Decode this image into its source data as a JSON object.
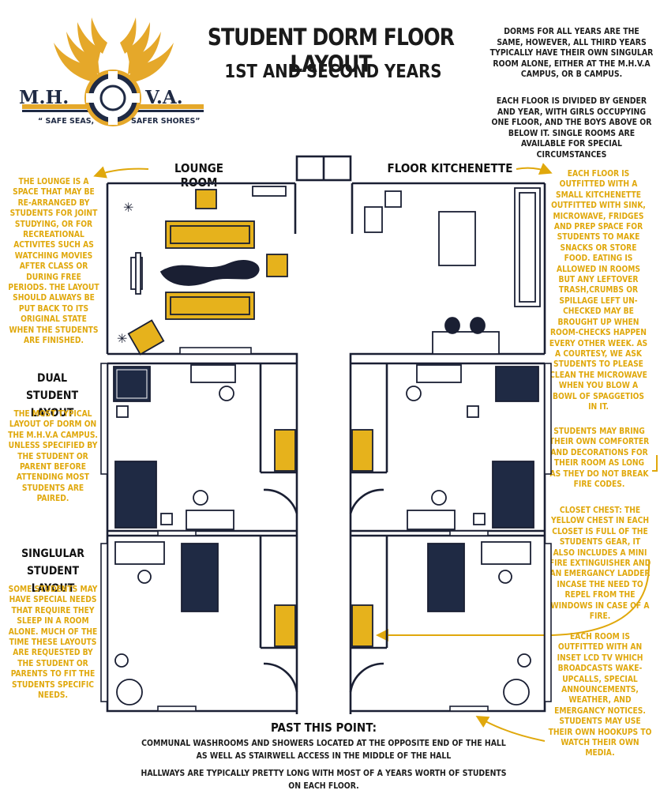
{
  "header": {
    "title": "STUDENT DORM FLOOR LAYOUT",
    "subtitle": "1ST AND SECOND YEARS"
  },
  "logo": {
    "left_letters": "M.H.",
    "right_letters": "V.A.",
    "motto_left": "“ SAFE SEAS,",
    "motto_right": "SAFER SHORES”"
  },
  "intro_note": "DORMS FOR ALL YEARS ARE THE SAME, HOWEVER, ALL THIRD YEARS TYPICALLY HAVE THEIR OWN SINGULAR ROOM ALONE, EITHER AT THE M.H.V.A CAMPUS, OR B CAMPUS.",
  "floor_note": "EACH FLOOR IS DIVIDED BY GENDER AND YEAR, WITH GIRLS OCCUPYING ONE FLOOR, AND THE BOYS ABOVE OR BELOW IT. SINGLE ROOMS ARE AVAILABLE FOR SPECIAL CIRCUMSTANCES",
  "labels": {
    "lounge": "LOUNGE ROOM",
    "kitchenette": "FLOOR KITCHENETTE",
    "dual_heading": "DUAL STUDENT LAYOUT",
    "single_heading": "SINGLULAR STUDENT LAYOUT",
    "past_heading": "PAST THIS POINT:"
  },
  "notes": {
    "lounge": "THE LOUNGE IS A SPACE THAT MAY BE RE-ARRANGED BY STUDENTS FOR JOINT STUDYING, OR FOR RECREATIONAL ACTIVITES SUCH AS WATCHING MOVIES AFTER CLASS OR DURING FREE PERIODS. THE LAYOUT SHOULD ALWAYS BE PUT BACK TO ITS ORIGINAL STATE WHEN THE STUDENTS ARE FINISHED.",
    "dual": "THE MOST TYPICAL LAYOUT OF DORM ON THE M.H.V.A CAMPUS. UNLESS SPECIFIED BY THE STUDENT OR PARENT BEFORE ATTENDING MOST STUDENTS ARE PAIRED.",
    "single": "SOME STUDENTS MAY HAVE SPECIAL NEEDS THAT REQUIRE THEY SLEEP IN A ROOM ALONE. MUCH OF THE TIME THESE LAYOUTS ARE REQUESTED BY THE STUDENT OR PARENTS TO FIT THE STUDENTS SPECIFIC NEEDS.",
    "kitchenette": "EACH FLOOR IS OUTFITTED WITH A SMALL KITCHENETTE OUTFITTED WITH SINK, MICROWAVE, FRIDGES AND PREP SPACE FOR STUDENTS TO MAKE SNACKS OR STORE FOOD. EATING IS ALLOWED IN ROOMS BUT ANY LEFTOVER TRASH,CRUMBS OR SPILLAGE LEFT UN-CHECKED MAY BE BROUGHT UP WHEN ROOM-CHECKS HAPPEN EVERY OTHER WEEK. AS A COURTESY, WE ASK STUDENTS TO PLEASE CLEAN THE MICROWAVE WHEN YOU BLOW A BOWL OF SPAGGETIOS IN IT.",
    "comforter": "STUDENTS MAY BRING THEIR OWN COMFORTER AND DECORATIONS FOR THEIR ROOM AS LONG AS THEY DO NOT BREAK FIRE CODES.",
    "closet": "CLOSET CHEST: THE YELLOW CHEST IN EACH CLOSET IS FULL OF THE STUDENTS GEAR, IT ALSO INCLUDES A MINI FIRE EXTINGUISHER AND AN EMERGANCY LADDER INCASE THE NEED TO REPEL FROM THE WINDOWS IN CASE OF A FIRE.",
    "tv": "EACH ROOM IS OUTFITTED WITH AN INSET LCD TV WHICH BROADCASTS WAKE-UPCALLS, SPECIAL ANNOUNCEMENTS, WEATHER, AND EMERGANCY NOTICES. STUDENTS MAY USE THEIR OWN HOOKUPS TO WATCH THEIR OWN MEDIA."
  },
  "past_lines": [
    "COMMUNAL WASHROOMS AND SHOWERS LOCATED AT THE OPPOSITE END OF THE HALL",
    "AS WELL AS STAIRWELL ACCESS  IN THE MIDDLE OF THE HALL",
    "HALLWAYS ARE TYPICALLY PRETTY LONG WITH MOST OF A YEARS WORTH OF STUDENTS",
    "ON EACH FLOOR."
  ],
  "colors": {
    "accent": "#e0a80c",
    "navy": "#1f2a44",
    "text": "#1a1a1a"
  }
}
